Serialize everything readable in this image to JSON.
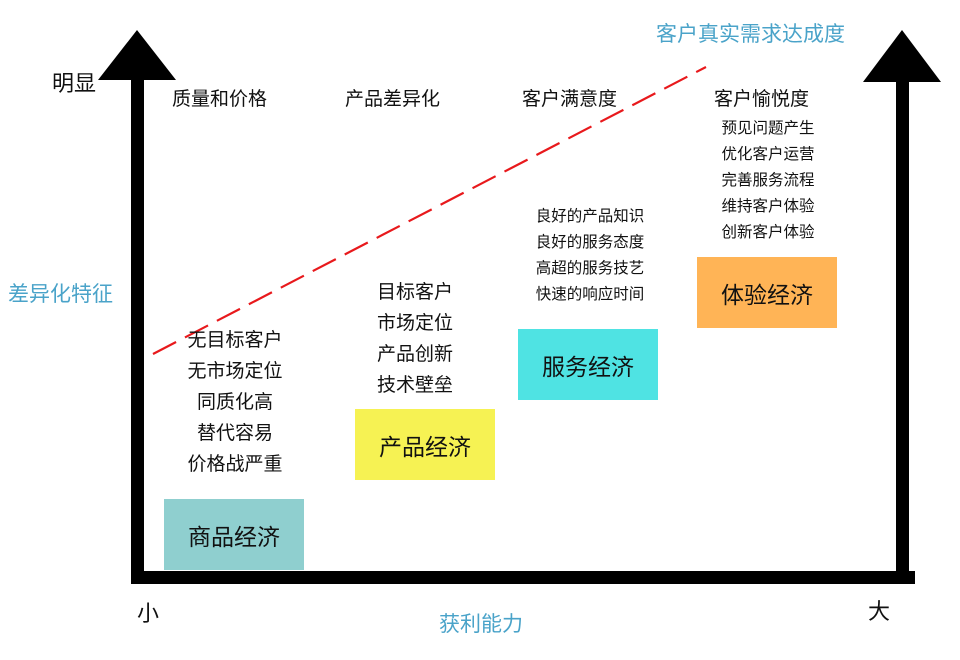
{
  "axes": {
    "y_top_label": "明显",
    "y_axis_title": "差异化特征",
    "x_left_label": "小",
    "x_right_label": "大",
    "x_axis_title": "获利能力",
    "trend_title": "客户真实需求达成度"
  },
  "columns": [
    {
      "title": "质量和价格",
      "items": [
        "无目标客户",
        "无市场定位",
        "同质化高",
        "替代容易",
        "价格战严重"
      ],
      "box_label": "商品经济",
      "box_color": "#8fcfcf"
    },
    {
      "title": "产品差异化",
      "items": [
        "目标客户",
        "市场定位",
        "产品创新",
        "技术壁垒"
      ],
      "box_label": "产品经济",
      "box_color": "#f6f253"
    },
    {
      "title": "客户满意度",
      "items": [
        "良好的产品知识",
        "良好的服务态度",
        "高超的服务技艺",
        "快速的响应时间"
      ],
      "box_label": "服务经济",
      "box_color": "#4fe3e3"
    },
    {
      "title": "客户愉悦度",
      "items": [
        "预见问题产生",
        "优化客户运营",
        "完善服务流程",
        "维持客户体验",
        "创新客户体验"
      ],
      "box_label": "体验经济",
      "box_color": "#ffb456"
    }
  ],
  "colors": {
    "axis": "#000000",
    "trend_line": "#e8191c",
    "blue_label": "#4aa3c9"
  }
}
